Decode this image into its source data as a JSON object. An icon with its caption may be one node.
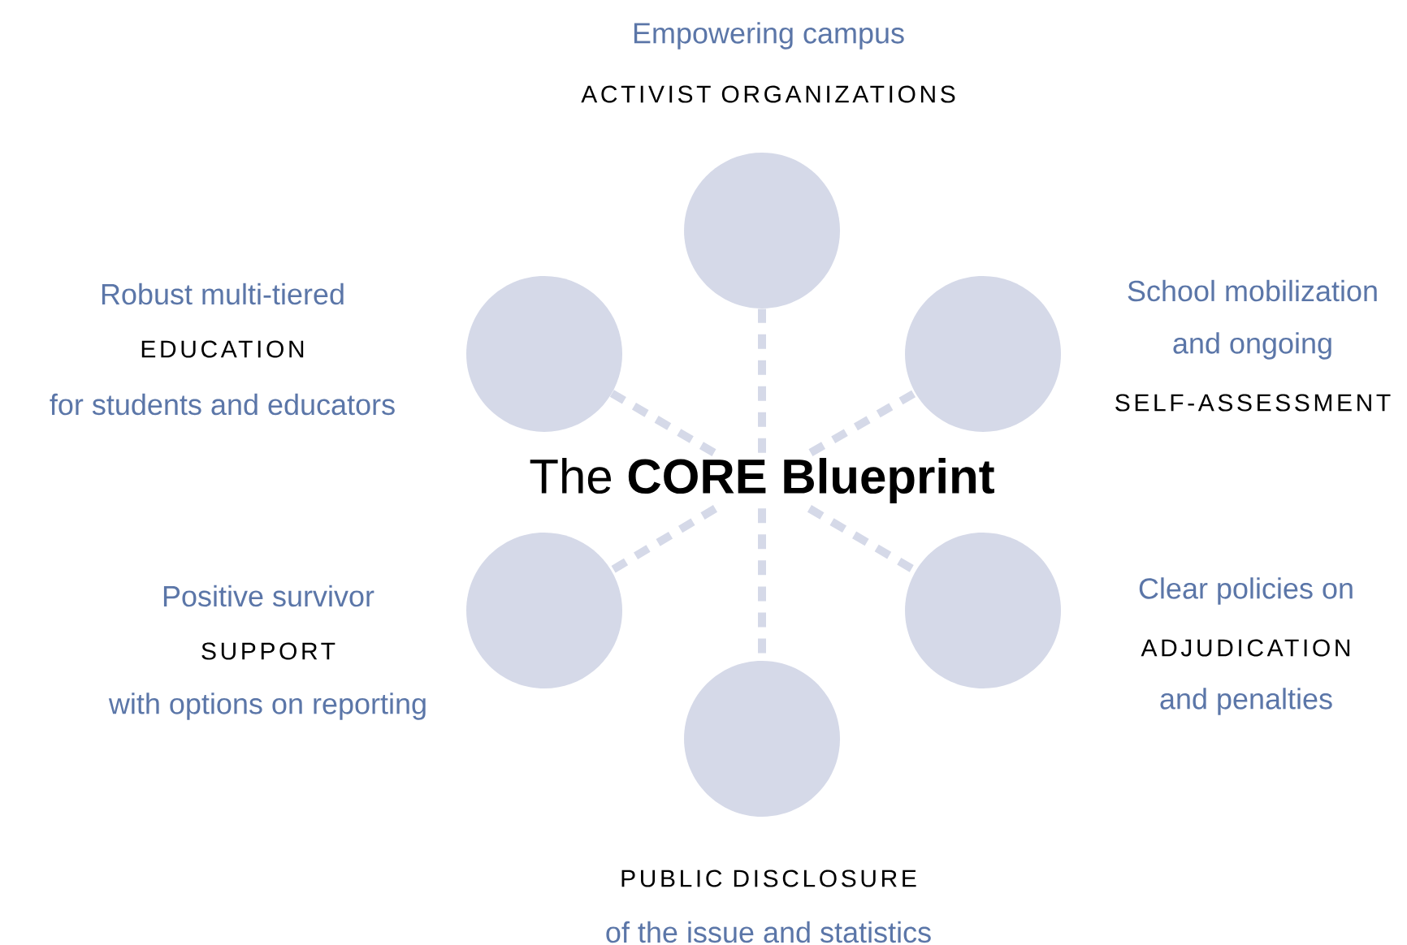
{
  "diagram": {
    "nodes": [
      {
        "text": [
          "The **CORE Blueprint**"
        ]
      },
      {
        "text": [],
        "shape": "circle",
        "beside": [
          "Empowering campus",
          "ACTIVIST ORGANIZATIONS"
        ]
      },
      {
        "text": [],
        "shape": "circle",
        "beside": [
          "Robust multi-tiered",
          "EDUCATION",
          "for students and educators"
        ]
      },
      {
        "text": [],
        "shape": "circle",
        "beside": [
          "School mobilization",
          "and ongoing",
          "SELF-ASSESSMENT"
        ]
      },
      {
        "text": [],
        "shape": "circle",
        "beside": [
          "Positive survivor",
          "SUPPORT",
          "with options on reporting"
        ]
      },
      {
        "text": [],
        "shape": "circle",
        "beside": [
          "Clear policies on",
          "ADJUDICATION",
          "and penalties"
        ]
      },
      {
        "text": [],
        "shape": "circle",
        "beside": [
          "PUBLIC DISCLOSURE",
          "of the issue and statistics"
        ]
      }
    ],
    "edges": [
      {
        "from": 0,
        "to": 1,
        "arrow": "none",
        "style": "dashed"
      },
      {
        "from": 0,
        "to": 2,
        "arrow": "none",
        "style": "dashed"
      },
      {
        "from": 0,
        "to": 3,
        "arrow": "none",
        "style": "dashed"
      },
      {
        "from": 0,
        "to": 4,
        "arrow": "none",
        "style": "dashed"
      },
      {
        "from": 0,
        "to": 5,
        "arrow": "none",
        "style": "dashed"
      },
      {
        "from": 0,
        "to": 6,
        "arrow": "none",
        "style": "dashed"
      }
    ]
  }
}
